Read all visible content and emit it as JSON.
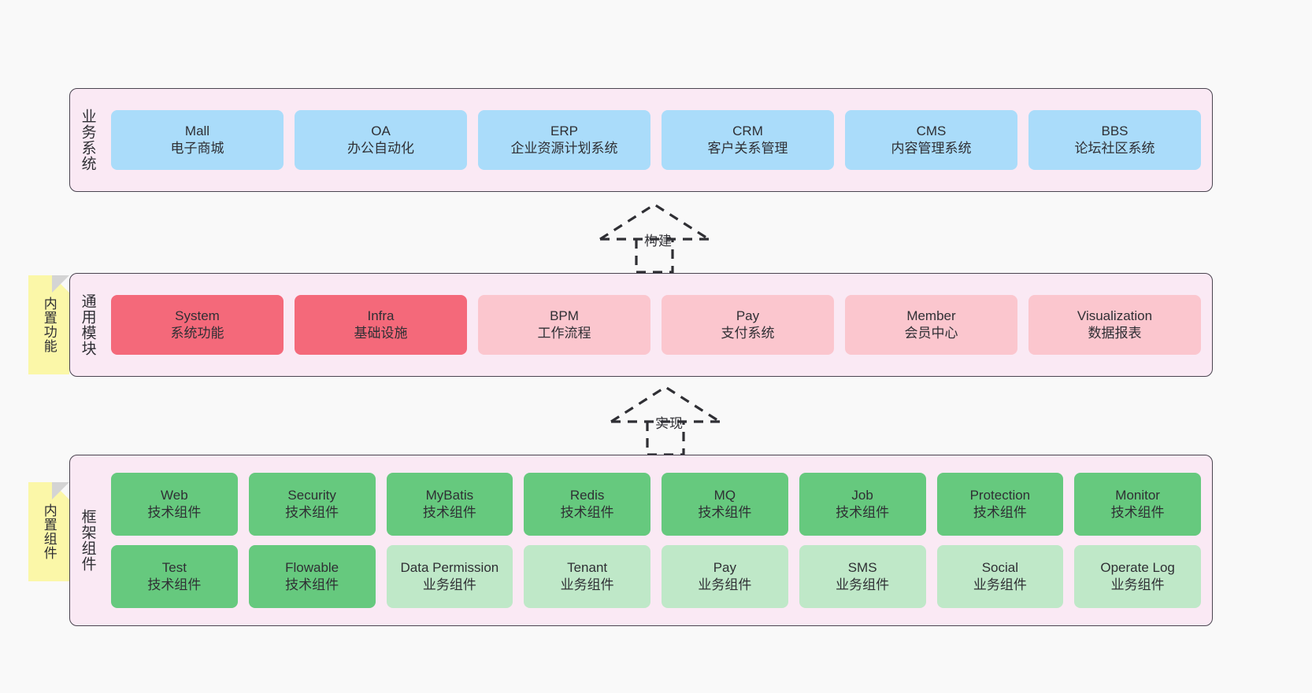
{
  "layers": [
    {
      "id": "business",
      "title": "业务系统",
      "boxes": [
        {
          "title": "Mall",
          "subtitle": "电子商城",
          "color": "blue"
        },
        {
          "title": "OA",
          "subtitle": "办公自动化",
          "color": "blue"
        },
        {
          "title": "ERP",
          "subtitle": "企业资源计划系统",
          "color": "blue"
        },
        {
          "title": "CRM",
          "subtitle": "客户关系管理",
          "color": "blue"
        },
        {
          "title": "CMS",
          "subtitle": "内容管理系统",
          "color": "blue"
        },
        {
          "title": "BBS",
          "subtitle": "论坛社区系统",
          "color": "blue"
        }
      ]
    },
    {
      "id": "modules",
      "title": "通用模块",
      "boxes": [
        {
          "title": "System",
          "subtitle": "系统功能",
          "color": "red"
        },
        {
          "title": "Infra",
          "subtitle": "基础设施",
          "color": "red"
        },
        {
          "title": "BPM",
          "subtitle": "工作流程",
          "color": "pink"
        },
        {
          "title": "Pay",
          "subtitle": "支付系统",
          "color": "pink"
        },
        {
          "title": "Member",
          "subtitle": "会员中心",
          "color": "pink"
        },
        {
          "title": "Visualization",
          "subtitle": "数据报表",
          "color": "pink"
        }
      ]
    },
    {
      "id": "framework",
      "title": "框架组件",
      "rows": [
        [
          {
            "title": "Web",
            "subtitle": "技术组件",
            "color": "green"
          },
          {
            "title": "Security",
            "subtitle": "技术组件",
            "color": "green"
          },
          {
            "title": "MyBatis",
            "subtitle": "技术组件",
            "color": "green"
          },
          {
            "title": "Redis",
            "subtitle": "技术组件",
            "color": "green"
          },
          {
            "title": "MQ",
            "subtitle": "技术组件",
            "color": "green"
          },
          {
            "title": "Job",
            "subtitle": "技术组件",
            "color": "green"
          },
          {
            "title": "Protection",
            "subtitle": "技术组件",
            "color": "green"
          },
          {
            "title": "Monitor",
            "subtitle": "技术组件",
            "color": "green"
          }
        ],
        [
          {
            "title": "Test",
            "subtitle": "技术组件",
            "color": "green"
          },
          {
            "title": "Flowable",
            "subtitle": "技术组件",
            "color": "green"
          },
          {
            "title": "Data Permission",
            "subtitle": "业务组件",
            "color": "lightgreen"
          },
          {
            "title": "Tenant",
            "subtitle": "业务组件",
            "color": "lightgreen"
          },
          {
            "title": "Pay",
            "subtitle": "业务组件",
            "color": "lightgreen"
          },
          {
            "title": "SMS",
            "subtitle": "业务组件",
            "color": "lightgreen"
          },
          {
            "title": "Social",
            "subtitle": "业务组件",
            "color": "lightgreen"
          },
          {
            "title": "Operate Log",
            "subtitle": "业务组件",
            "color": "lightgreen"
          }
        ]
      ]
    }
  ],
  "notes": [
    {
      "id": "builtin-functions",
      "label": "内置功能"
    },
    {
      "id": "builtin-components",
      "label": "内置组件"
    }
  ],
  "arrows": [
    {
      "id": "build",
      "label": "构建"
    },
    {
      "id": "implement",
      "label": "实现"
    }
  ],
  "colors": {
    "page_background": "#f9f9f9",
    "panel_background": "#fae9f4",
    "panel_border": "#4a4450",
    "blue": "#aadcfa",
    "red": "#f4697a",
    "pink": "#fbc6ce",
    "green": "#66c97e",
    "light_green": "#bfe8c8",
    "note_yellow": "#fbf7a8",
    "text": "#2f2f34"
  }
}
